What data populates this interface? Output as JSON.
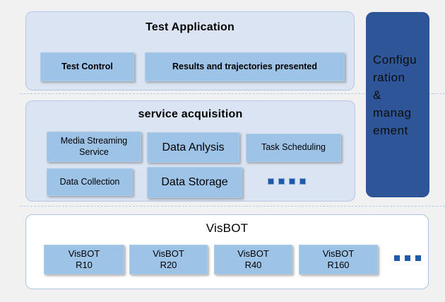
{
  "colors": {
    "page_background": "#f1f1f1",
    "section_fill": "#dbe4f3",
    "section_border": "#b4c7e7",
    "block_fill": "#9dc3e6",
    "dark_block_fill": "#2e5597",
    "dots_color": "#1f5aa9",
    "visbot_fill": "#ffffff",
    "dashed_line": "#bcc9e8"
  },
  "test_application": {
    "title": "Test Application",
    "test_control_label": "Test Control",
    "results_label": "Results and trajectories presented"
  },
  "service_acquisition": {
    "title": "service acquisition",
    "media_streaming_label": "Media Streaming Service",
    "data_analysis_label": "Data Anlysis",
    "task_scheduling_label": "Task Scheduling",
    "data_collection_label": "Data Collection",
    "data_storage_label": "Data Storage",
    "ellipsis_icon": "ellipsis-dots-icon",
    "ellipsis_dot_count": 4
  },
  "configuration": {
    "label": "Configuration\n&\nmanagement"
  },
  "visbot": {
    "title": "VisBOT",
    "blocks": [
      {
        "label": "VisBOT\nR10"
      },
      {
        "label": "VisBOT\nR20"
      },
      {
        "label": "VisBOT\nR40"
      },
      {
        "label": "VisBOT\nR160"
      }
    ],
    "ellipsis_icon": "ellipsis-dots-icon",
    "ellipsis_dot_count": 3
  }
}
